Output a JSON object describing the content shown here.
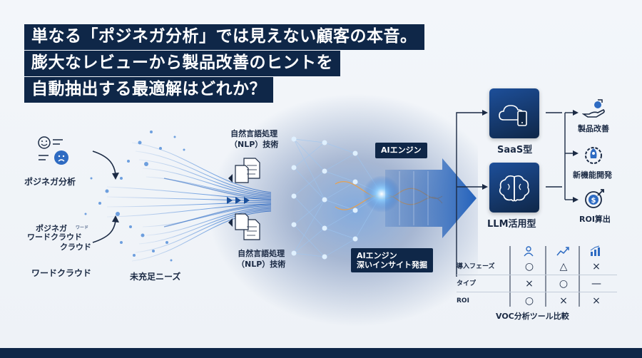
{
  "headline": {
    "line1": "単なる「ポジネガ分析」では見えない顧客の本音。",
    "line2": "膨大なレビューから製品改善のヒントを",
    "line3": "自動抽出する最適解はどれか？"
  },
  "inputs": {
    "sentiment_label": "ポジネガ分析",
    "wordcloud_label": "ワードクラウド",
    "wordcloud_words": [
      "ポジネガ",
      "ワード",
      "ワードクラウド",
      "クラウド"
    ],
    "unmet_needs_label": "未充足ニーズ"
  },
  "nlp": {
    "top_label_line1": "自然言語処理",
    "top_label_line2": "（NLP）技術",
    "bottom_label_line1": "自然言語処理",
    "bottom_label_line2": "（NLP）技術"
  },
  "ai": {
    "top_tag": "AIエンジン",
    "bottom_tag_line1": "AIエンジン",
    "bottom_tag_line2": "深いインサイト発掘"
  },
  "services": {
    "saas_label": "SaaS型",
    "llm_label": "LLM活用型"
  },
  "outcomes": [
    {
      "label": "製品改善",
      "icon": "hand-with-coin-icon"
    },
    {
      "label": "新機能開発",
      "icon": "rocket-gear-icon"
    },
    {
      "label": "ROI算出",
      "icon": "target-dollar-icon"
    }
  ],
  "table": {
    "header_icons": [
      "person-icon",
      "trend-line-icon",
      "bar-chart-icon"
    ],
    "rows": [
      {
        "label": "導入フェーズ",
        "cells": [
          "○",
          "△",
          "×"
        ]
      },
      {
        "label": "タイプ",
        "cells": [
          "×",
          "○",
          "—"
        ]
      },
      {
        "label": "ROI",
        "cells": [
          "○",
          "×",
          "×"
        ]
      }
    ],
    "caption": "VOC分析ツール比較"
  },
  "colors": {
    "navy": "#0f2748",
    "accent_blue": "#1d6fd1",
    "glow_orange": "#f0a040"
  }
}
